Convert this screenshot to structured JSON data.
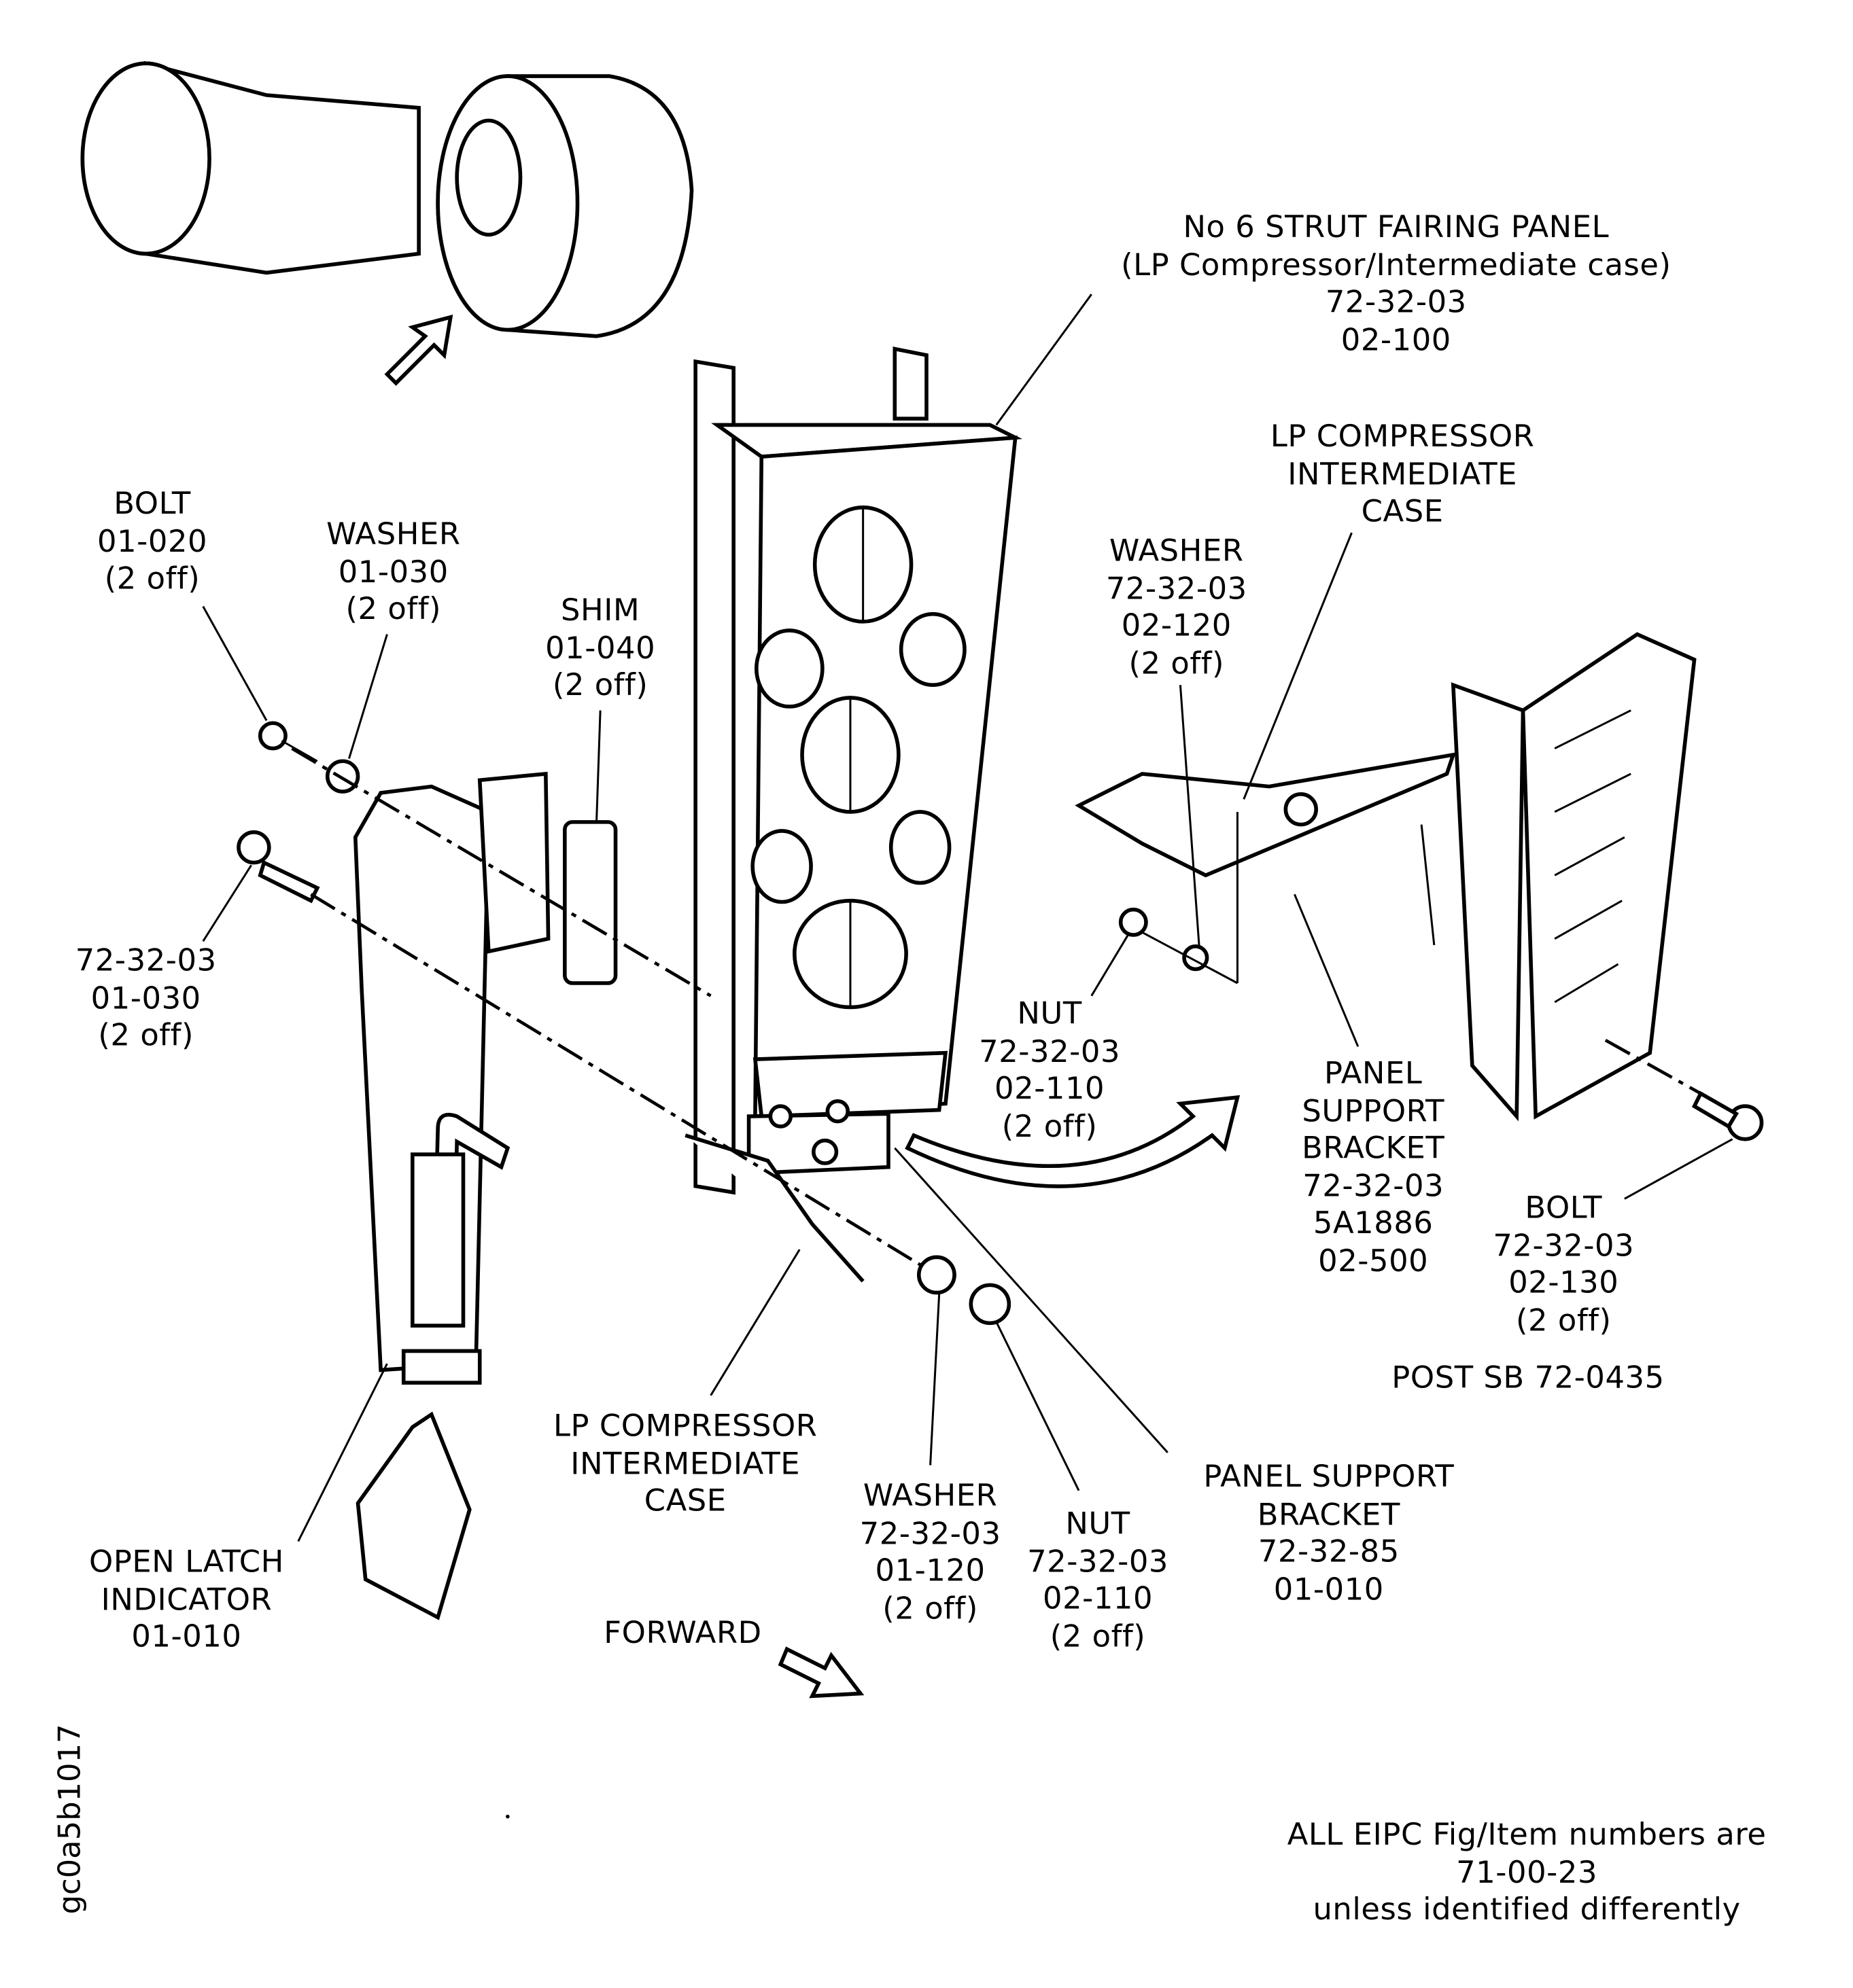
{
  "figure_id": "gc0a5b1017",
  "labels": {
    "strut_panel": [
      "No 6 STRUT FAIRING PANEL",
      "(LP Compressor/Intermediate case)",
      "72-32-03",
      "02-100"
    ],
    "lp_case_right": [
      "LP COMPRESSOR",
      "INTERMEDIATE",
      "CASE"
    ],
    "washer_right": [
      "WASHER",
      "72-32-03",
      "02-120",
      "(2 off)"
    ],
    "bolt_left": [
      "BOLT",
      "01-020",
      "(2 off)"
    ],
    "washer_left": [
      "WASHER",
      "01-030",
      "(2 off)"
    ],
    "shim": [
      "SHIM",
      "01-040",
      "(2 off)"
    ],
    "bolt_lower_left": [
      "72-32-03",
      "01-030",
      "(2 off)"
    ],
    "nut_right": [
      "NUT",
      "72-32-03",
      "02-110",
      "(2 off)"
    ],
    "panel_bracket_right": [
      "PANEL",
      "SUPPORT",
      "BRACKET",
      "72-32-03",
      "5A1886",
      "02-500"
    ],
    "bolt_right": [
      "BOLT",
      "72-32-03",
      "02-130",
      "(2 off)"
    ],
    "post_sb": [
      "POST SB 72-0435"
    ],
    "lp_case_bottom": [
      "LP COMPRESSOR",
      "INTERMEDIATE",
      "CASE"
    ],
    "washer_bottom": [
      "WASHER",
      "72-32-03",
      "01-120",
      "(2 off)"
    ],
    "nut_bottom": [
      "NUT",
      "72-32-03",
      "02-110",
      "(2 off)"
    ],
    "panel_bracket_bottom": [
      "PANEL SUPPORT",
      "BRACKET",
      "72-32-85",
      "01-010"
    ],
    "latch_indicator": [
      "OPEN LATCH",
      "INDICATOR",
      "01-010"
    ],
    "forward": [
      "FORWARD"
    ],
    "note": [
      "ALL EIPC Fig/Item numbers are",
      "71-00-23",
      "unless identified differently"
    ]
  }
}
